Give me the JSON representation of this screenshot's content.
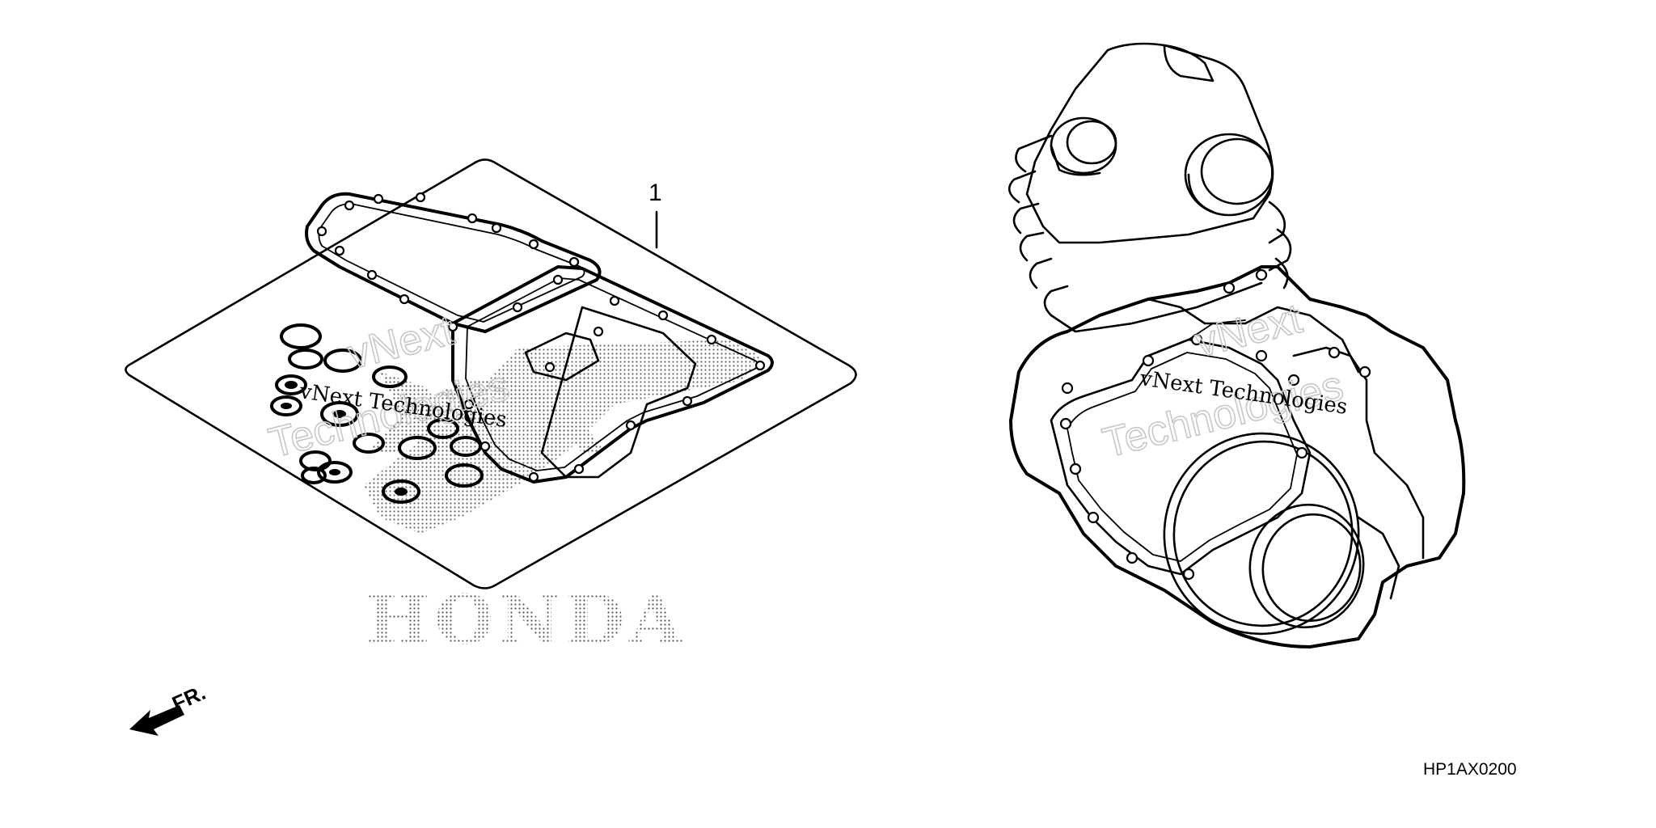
{
  "diagram": {
    "callout_number": "1",
    "part_code": "HP1AX0200",
    "direction_label": "FR.",
    "watermark": {
      "line1": "vNext",
      "line2": "Technologies",
      "inline": "vNext Technologies"
    },
    "logo_text": "HONDA"
  }
}
